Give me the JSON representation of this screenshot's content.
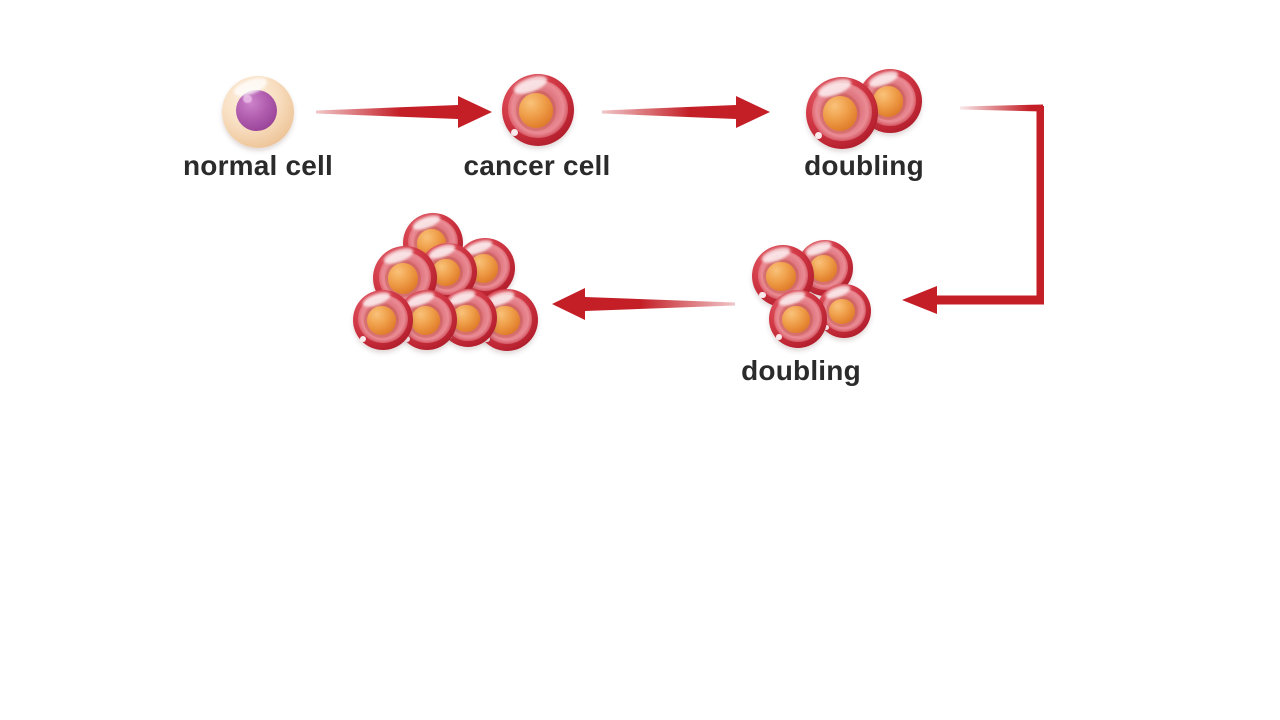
{
  "diagram": {
    "topic": "cancer cell doubling flow",
    "steps": [
      {
        "id": "normal-cell",
        "label": "normal cell",
        "icon": "normal-cell-icon"
      },
      {
        "id": "cancer-cell",
        "label": "cancer cell",
        "icon": "cancer-cell-icon"
      },
      {
        "id": "doubling-two-cells",
        "label": "doubling",
        "icon": "two-cell-cluster-icon"
      },
      {
        "id": "doubling-four-cells",
        "label": "doubling",
        "icon": "four-cell-cluster-icon"
      },
      {
        "id": "tumor-mass",
        "label": "",
        "icon": "multi-cell-cluster-icon"
      }
    ],
    "arrows": [
      {
        "id": "arrow-normal-to-cancer",
        "type": "straight",
        "direction": "right"
      },
      {
        "id": "arrow-cancer-to-doubling",
        "type": "straight",
        "direction": "right"
      },
      {
        "id": "arrow-doubling-elbow",
        "type": "elbow",
        "direction": "right-down-left"
      },
      {
        "id": "arrow-four-to-mass",
        "type": "straight",
        "direction": "left"
      }
    ],
    "colors": {
      "background": "#ffffff",
      "arrow_red": "#c41e26",
      "cell_body_red": "#cc3240",
      "cell_cytoplasm_pink": "#e8838c",
      "nucleus_orange": "#ec9140",
      "normal_cell_body": "#f6dcbc",
      "normal_nucleus_purple": "#a855a8",
      "label_text": "#2b2b2b"
    }
  }
}
